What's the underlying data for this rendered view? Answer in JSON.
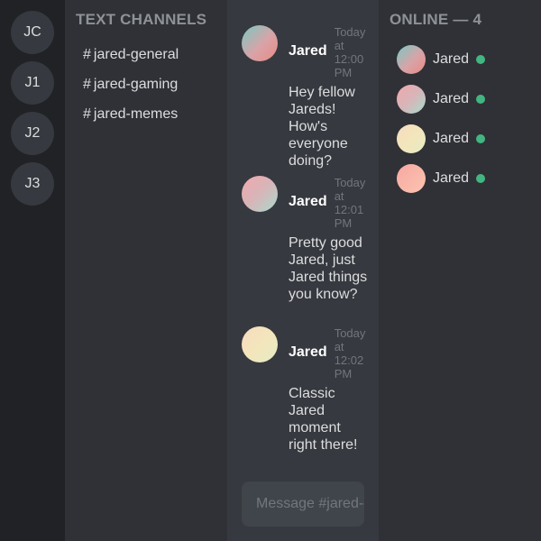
{
  "servers": [
    "JC",
    "J1",
    "J2",
    "J3"
  ],
  "channels": {
    "title": "TEXT CHANNELS",
    "items": [
      "jared-general",
      "jared-gaming",
      "jared-memes"
    ]
  },
  "messages": [
    {
      "author": "Jared",
      "time": "Today at 12:00 PM",
      "text": "Hey fellow Jareds! How's everyone doing?"
    },
    {
      "author": "Jared",
      "time": "Today at 12:01 PM",
      "text": "Pretty good Jared, just Jared things you know?"
    },
    {
      "author": "Jared",
      "time": "Today at 12:02 PM",
      "text": "Classic Jared moment right there!"
    }
  ],
  "composer": {
    "placeholder": "Message #jared-general"
  },
  "members": {
    "title": "ONLINE — 4",
    "items": [
      "Jared",
      "Jared",
      "Jared",
      "Jared"
    ],
    "status_color": "#43b581"
  },
  "colors": {
    "rail_bg": "#202225",
    "sidebar_bg": "#2f3136",
    "chat_bg": "#36393f",
    "input_bg": "#40444b"
  }
}
